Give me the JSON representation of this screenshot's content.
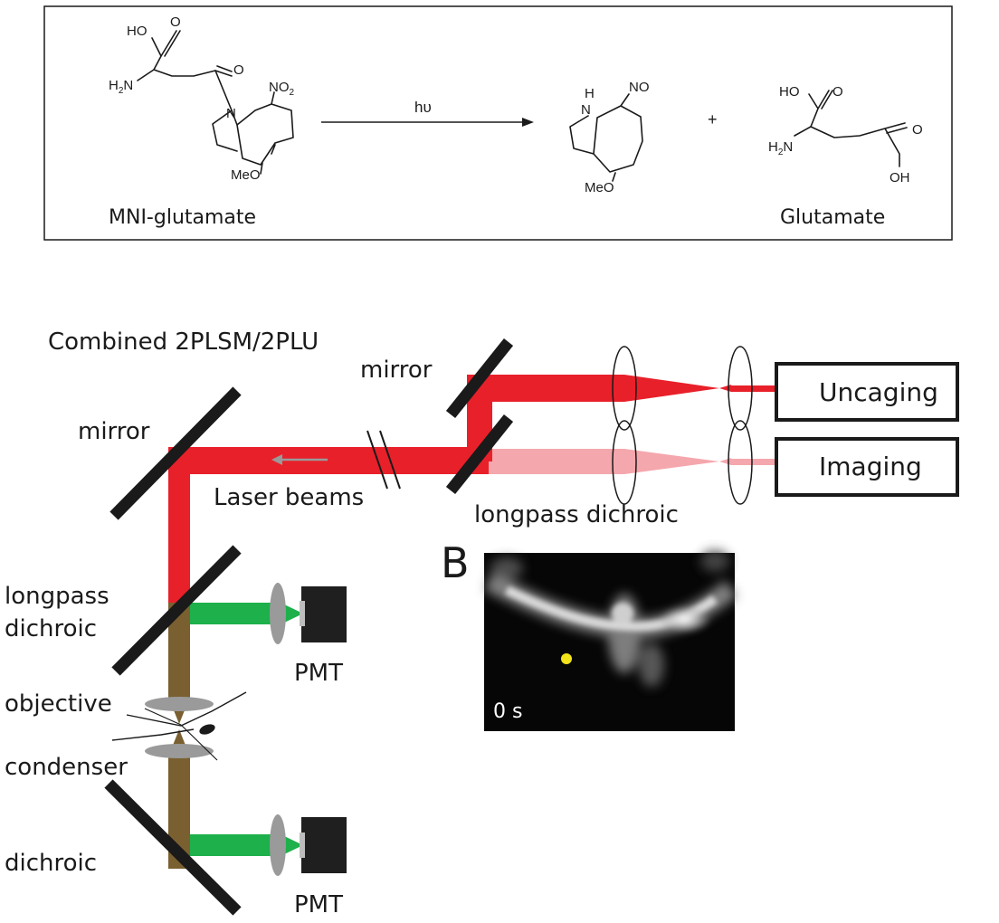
{
  "reaction": {
    "reactant_label": "MNI-glutamate",
    "product_label": "Glutamate",
    "arrow_label": "hυ",
    "plus_sign": "+",
    "groups": {
      "hooc": "HO",
      "carbonyl_o": "O",
      "h2n_a": "H",
      "h2n_b": "N",
      "h2n_sub": "2",
      "n_ring": "N",
      "no2": "NO",
      "no2_sub": "2",
      "meo": "MeO",
      "ring_o": "O",
      "nh_h": "H",
      "nh_n": "N",
      "no": "NO",
      "oh": "OH"
    }
  },
  "setup": {
    "title": "Combined 2PLSM/2PLU",
    "labels": {
      "mirror_top": "mirror",
      "mirror_left": "mirror",
      "laser_beams": "Laser beams",
      "longpass_dichroic_right": "longpass dichroic",
      "longpass_left_1": "longpass",
      "longpass_left_2": "dichroic",
      "objective": "objective",
      "condenser": "condenser",
      "dichroic": "dichroic",
      "pmt_top": "PMT",
      "pmt_bottom": "PMT"
    },
    "lasers": {
      "uncaging": "Uncaging",
      "imaging": "Imaging"
    },
    "beam_colors": {
      "uncaging": "#e8202a",
      "imaging": "#f4a7ad",
      "fluorescence": "#1db04b",
      "transmitted": "#7a6030"
    }
  },
  "panel_b": {
    "letter": "B",
    "timestamp": "0 s",
    "marker_color": "#f2e31a"
  }
}
